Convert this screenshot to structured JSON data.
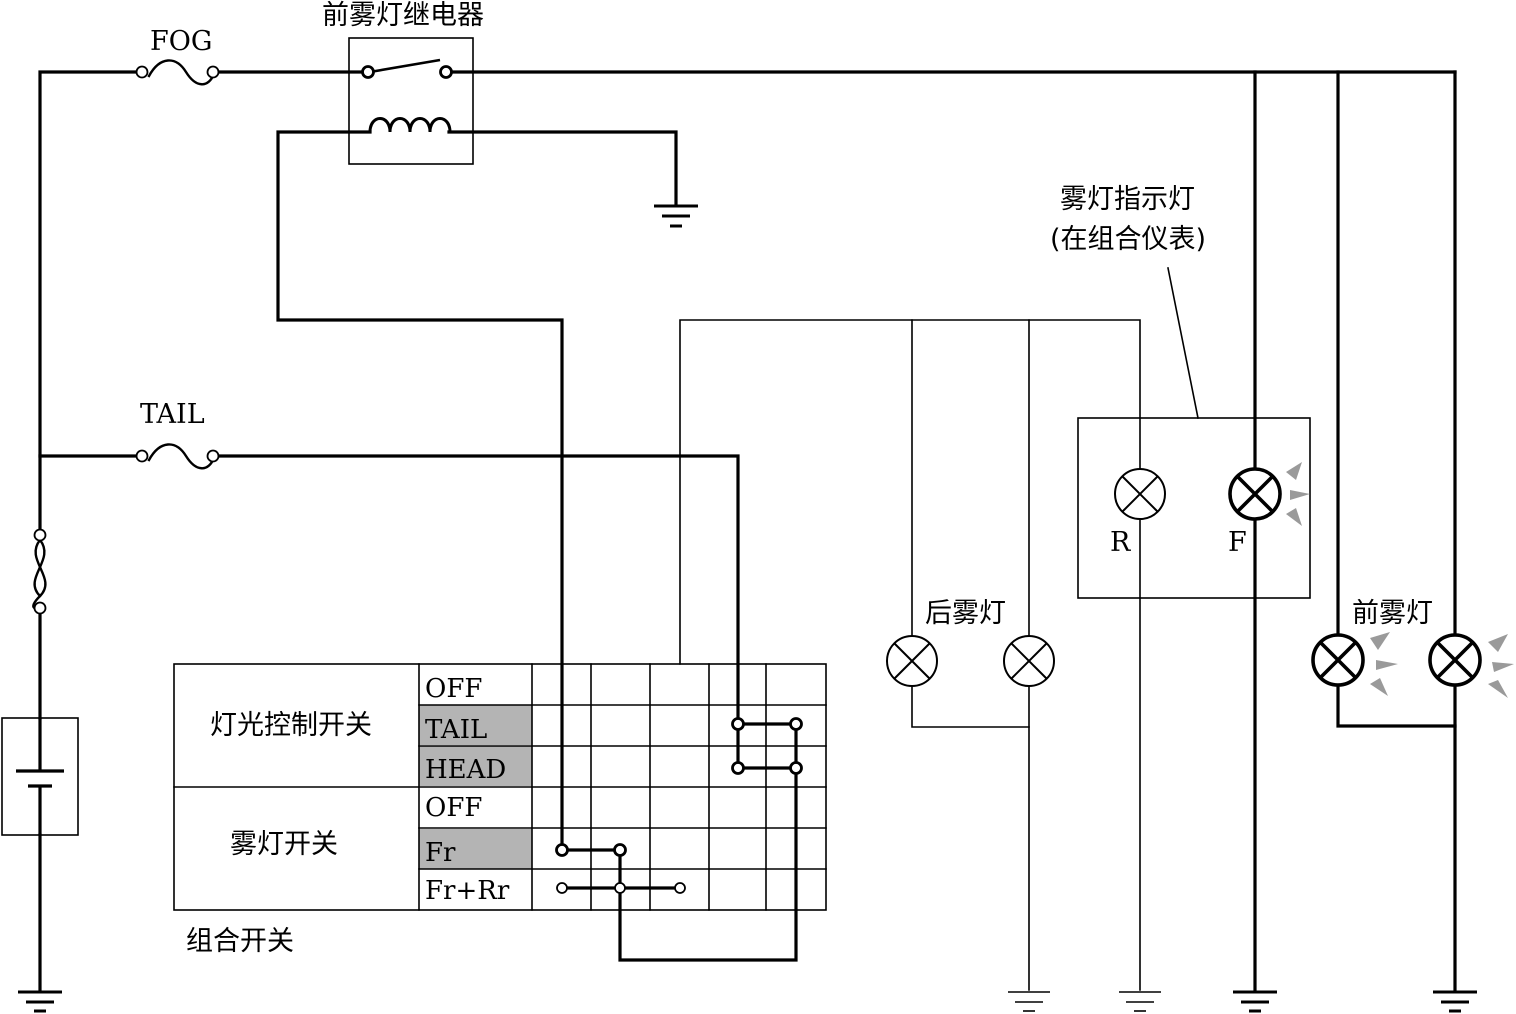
{
  "labels": {
    "fuse_fog": "FOG",
    "fuse_tail": "TAIL",
    "relay": "前雾灯继电器",
    "indicator_line1": "雾灯指示灯",
    "indicator_line2": "(在组合仪表)",
    "indicator_r": "R",
    "indicator_f": "F",
    "rear_fog": "后雾灯",
    "front_fog": "前雾灯",
    "combo_switch": "组合开关"
  },
  "switch_table": {
    "light_switch": {
      "name": "灯光控制开关",
      "positions": [
        "OFF",
        "TAIL",
        "HEAD"
      ]
    },
    "fog_switch": {
      "name": "雾灯开关",
      "positions": [
        "OFF",
        "Fr",
        "Fr+Rr"
      ]
    },
    "highlighted_positions": [
      "TAIL",
      "HEAD",
      "Fr"
    ]
  },
  "colors": {
    "wire": "#000000",
    "highlight_cell": "#b4b4b4",
    "light_ray": "#9a9a9a"
  },
  "icons": [
    "fuse-icon",
    "relay-switch-icon",
    "relay-coil-icon",
    "ground-icon",
    "lamp-icon",
    "battery-icon",
    "fusible-link-icon"
  ]
}
